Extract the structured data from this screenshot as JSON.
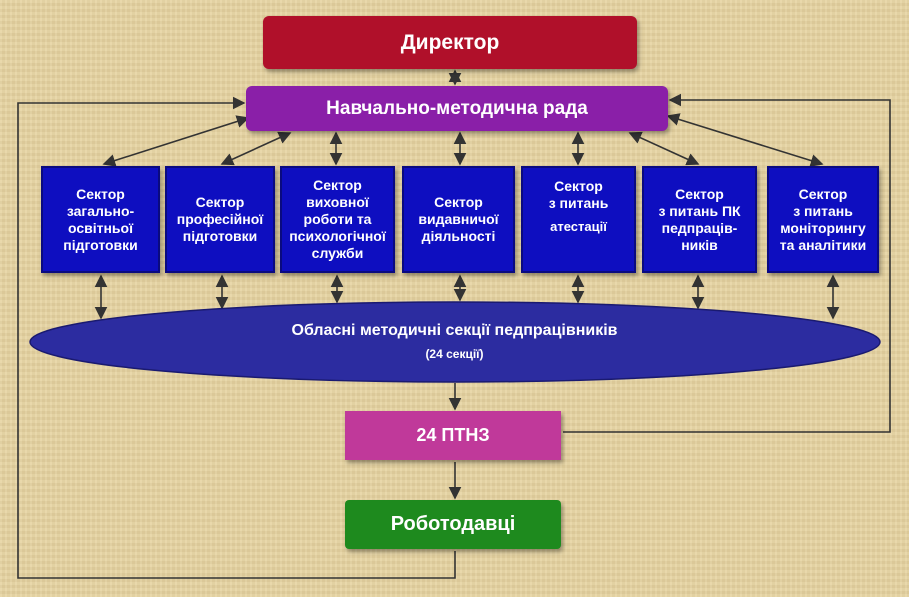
{
  "director": "Директор",
  "council": "Навчально-методична рада",
  "sectors": [
    {
      "lines": [
        "Сектор",
        "загально-",
        "освітньої",
        "підготовки"
      ]
    },
    {
      "lines": [
        "Сектор",
        "професійної",
        "підготовки"
      ]
    },
    {
      "lines": [
        "Сектор",
        "виховної",
        "роботи та",
        "психологічної",
        "служби"
      ]
    },
    {
      "lines": [
        "Сектор",
        "видавничої",
        "діяльності"
      ]
    },
    {
      "lines": [
        "Сектор",
        "з питань",
        "",
        "атестації"
      ]
    },
    {
      "lines": [
        "Сектор",
        "з питань ПК",
        "педпрацiв-",
        "ників"
      ]
    },
    {
      "lines": [
        "Сектор",
        "з питань",
        "моніторингу",
        "та аналітики"
      ]
    }
  ],
  "sections": {
    "title": "Обласні методичні секції педпрацівників",
    "count": "(24 секції)"
  },
  "schools": "24 ПТНЗ",
  "employers": "Роботодавці",
  "colors": {
    "director": "#b0102a",
    "council": "#8a1fa8",
    "sector": "#0e0ec0",
    "ellipse": "#2c2ca0",
    "schools": "#c0399a",
    "employers": "#1e8a1e"
  }
}
